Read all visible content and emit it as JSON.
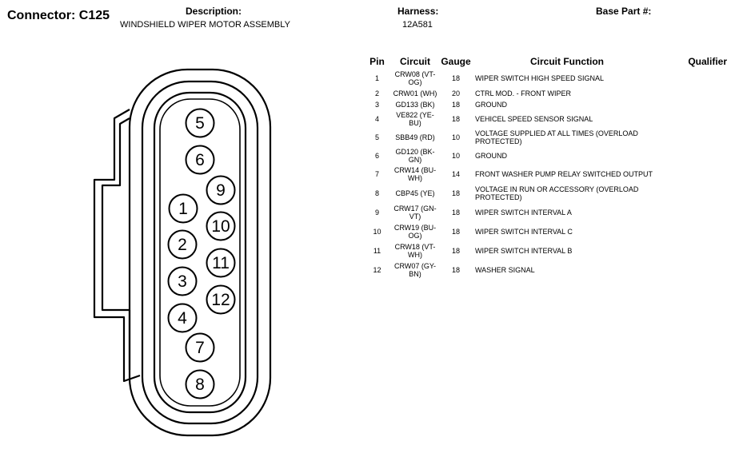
{
  "header": {
    "connector": "Connector: C125",
    "description_label": "Description:",
    "description": "WINDSHIELD WIPER MOTOR ASSEMBLY",
    "harness_label": "Harness:",
    "harness": "12A581",
    "base_part_label": "Base Part #:",
    "base_part": ""
  },
  "table": {
    "headers": {
      "pin": "Pin",
      "circuit": "Circuit",
      "gauge": "Gauge",
      "function": "Circuit Function",
      "qualifier": "Qualifier"
    },
    "rows": [
      {
        "pin": "1",
        "circuit": "CRW08 (VT-OG)",
        "gauge": "18",
        "function": "WIPER SWITCH HIGH SPEED SIGNAL",
        "qualifier": ""
      },
      {
        "pin": "2",
        "circuit": "CRW01 (WH)",
        "gauge": "20",
        "function": "CTRL MOD. - FRONT WIPER",
        "qualifier": ""
      },
      {
        "pin": "3",
        "circuit": "GD133 (BK)",
        "gauge": "18",
        "function": "GROUND",
        "qualifier": ""
      },
      {
        "pin": "4",
        "circuit": "VE822 (YE-BU)",
        "gauge": "18",
        "function": "VEHICEL SPEED SENSOR SIGNAL",
        "qualifier": ""
      },
      {
        "pin": "5",
        "circuit": "SBB49 (RD)",
        "gauge": "10",
        "function": "VOLTAGE SUPPLIED AT ALL TIMES (OVERLOAD PROTECTED)",
        "qualifier": ""
      },
      {
        "pin": "6",
        "circuit": "GD120 (BK-GN)",
        "gauge": "10",
        "function": "GROUND",
        "qualifier": ""
      },
      {
        "pin": "7",
        "circuit": "CRW14 (BU-WH)",
        "gauge": "14",
        "function": "FRONT WASHER PUMP RELAY SWITCHED OUTPUT",
        "qualifier": ""
      },
      {
        "pin": "8",
        "circuit": "CBP45 (YE)",
        "gauge": "18",
        "function": "VOLTAGE IN RUN OR ACCESSORY (OVERLOAD PROTECTED)",
        "qualifier": ""
      },
      {
        "pin": "9",
        "circuit": "CRW17 (GN-VT)",
        "gauge": "18",
        "function": "WIPER SWITCH INTERVAL A",
        "qualifier": ""
      },
      {
        "pin": "10",
        "circuit": "CRW19 (BU-OG)",
        "gauge": "18",
        "function": "WIPER SWITCH INTERVAL C",
        "qualifier": ""
      },
      {
        "pin": "11",
        "circuit": "CRW18 (VT-WH)",
        "gauge": "18",
        "function": "WIPER SWITCH INTERVAL B",
        "qualifier": ""
      },
      {
        "pin": "12",
        "circuit": "CRW07 (GY-BN)",
        "gauge": "18",
        "function": "WASHER SIGNAL",
        "qualifier": ""
      }
    ]
  },
  "connector_pins": [
    "1",
    "2",
    "3",
    "4",
    "5",
    "6",
    "7",
    "8",
    "9",
    "10",
    "11",
    "12"
  ]
}
